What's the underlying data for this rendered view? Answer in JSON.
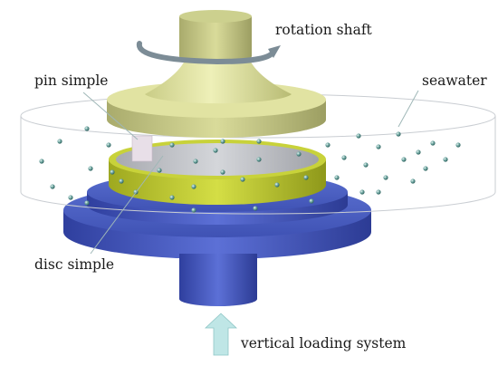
{
  "labels": {
    "rotation_shaft": "rotation shaft",
    "pin_simple": "pin simple",
    "seawater": "seawater",
    "disc_simple": "disc simple",
    "vertical_loading": "vertical loading system"
  },
  "colors": {
    "shaft_cone": "#e6e8a8",
    "disc_ring": "#c8d23a",
    "base": "#4f63c8",
    "water_tank": "#cfd3d8",
    "water_particle": "#4f8a86",
    "arrow": "#bfe6e6"
  }
}
